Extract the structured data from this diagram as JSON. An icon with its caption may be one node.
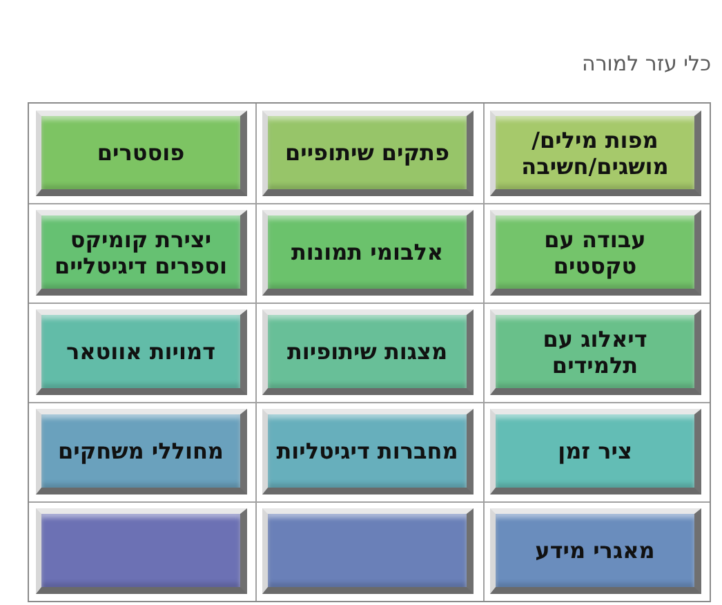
{
  "diagram": {
    "title": "כלי עזר למורה",
    "nodes": [
      {
        "text": [
          "מפות מילים/ מושגים/חשיבה"
        ]
      },
      {
        "text": [
          "פתקים שיתופיים"
        ]
      },
      {
        "text": [
          "פוסטרים"
        ]
      },
      {
        "text": [
          "עבודה עם טקסטים"
        ]
      },
      {
        "text": [
          "אלבומי תמונות"
        ]
      },
      {
        "text": [
          "יצירת קומיקס וספרים דיגיטליים"
        ]
      },
      {
        "text": [
          "דיאלוג עם תלמידים"
        ]
      },
      {
        "text": [
          "מצגות שיתופיות"
        ]
      },
      {
        "text": [
          "דמויות אווטאר"
        ]
      },
      {
        "text": [
          "ציר זמן"
        ]
      },
      {
        "text": [
          "מחברות דיגיטליות"
        ]
      },
      {
        "text": [
          "מחוללי משחקים"
        ]
      },
      {
        "text": [
          "מאגרי מידע"
        ]
      },
      {
        "text": [],
        "shape": "box"
      },
      {
        "text": [],
        "shape": "box"
      }
    ]
  }
}
